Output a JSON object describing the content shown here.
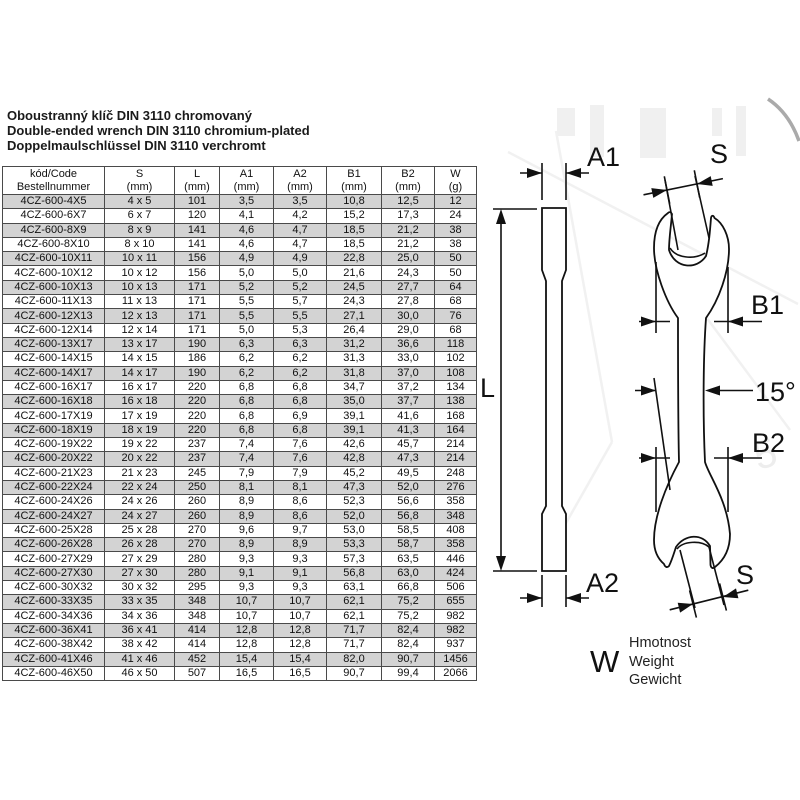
{
  "title": {
    "line1": "Oboustranný klíč DIN 3110 chromovaný",
    "line2": "Double-ended wrench DIN 3110 chromium-plated",
    "line3": "Doppelmaulschlüssel DIN 3110 verchromt"
  },
  "table": {
    "headers": [
      {
        "l1": "kód/Code",
        "l2": "Bestellnummer"
      },
      {
        "l1": "S",
        "l2": "(mm)"
      },
      {
        "l1": "L",
        "l2": "(mm)"
      },
      {
        "l1": "A1",
        "l2": "(mm)"
      },
      {
        "l1": "A2",
        "l2": "(mm)"
      },
      {
        "l1": "B1",
        "l2": "(mm)"
      },
      {
        "l1": "B2",
        "l2": "(mm)"
      },
      {
        "l1": "W",
        "l2": "(g)"
      }
    ],
    "rows": [
      [
        "4CZ-600-4X5",
        "4 x 5",
        "101",
        "3,5",
        "3,5",
        "10,8",
        "12,5",
        "12"
      ],
      [
        "4CZ-600-6X7",
        "6 x 7",
        "120",
        "4,1",
        "4,2",
        "15,2",
        "17,3",
        "24"
      ],
      [
        "4CZ-600-8X9",
        "8 x 9",
        "141",
        "4,6",
        "4,7",
        "18,5",
        "21,2",
        "38"
      ],
      [
        "4CZ-600-8X10",
        "8 x 10",
        "141",
        "4,6",
        "4,7",
        "18,5",
        "21,2",
        "38"
      ],
      [
        "4CZ-600-10X11",
        "10 x 11",
        "156",
        "4,9",
        "4,9",
        "22,8",
        "25,0",
        "50"
      ],
      [
        "4CZ-600-10X12",
        "10 x 12",
        "156",
        "5,0",
        "5,0",
        "21,6",
        "24,3",
        "50"
      ],
      [
        "4CZ-600-10X13",
        "10 x 13",
        "171",
        "5,2",
        "5,2",
        "24,5",
        "27,7",
        "64"
      ],
      [
        "4CZ-600-11X13",
        "11 x 13",
        "171",
        "5,5",
        "5,7",
        "24,3",
        "27,8",
        "68"
      ],
      [
        "4CZ-600-12X13",
        "12 x 13",
        "171",
        "5,5",
        "5,5",
        "27,1",
        "30,0",
        "76"
      ],
      [
        "4CZ-600-12X14",
        "12 x 14",
        "171",
        "5,0",
        "5,3",
        "26,4",
        "29,0",
        "68"
      ],
      [
        "4CZ-600-13X17",
        "13 x 17",
        "190",
        "6,3",
        "6,3",
        "31,2",
        "36,6",
        "118"
      ],
      [
        "4CZ-600-14X15",
        "14 x 15",
        "186",
        "6,2",
        "6,2",
        "31,3",
        "33,0",
        "102"
      ],
      [
        "4CZ-600-14X17",
        "14 x 17",
        "190",
        "6,2",
        "6,2",
        "31,8",
        "37,0",
        "108"
      ],
      [
        "4CZ-600-16X17",
        "16 x 17",
        "220",
        "6,8",
        "6,8",
        "34,7",
        "37,2",
        "134"
      ],
      [
        "4CZ-600-16X18",
        "16 x 18",
        "220",
        "6,8",
        "6,8",
        "35,0",
        "37,7",
        "138"
      ],
      [
        "4CZ-600-17X19",
        "17 x 19",
        "220",
        "6,8",
        "6,9",
        "39,1",
        "41,6",
        "168"
      ],
      [
        "4CZ-600-18X19",
        "18 x 19",
        "220",
        "6,8",
        "6,8",
        "39,1",
        "41,3",
        "164"
      ],
      [
        "4CZ-600-19X22",
        "19 x 22",
        "237",
        "7,4",
        "7,6",
        "42,6",
        "45,7",
        "214"
      ],
      [
        "4CZ-600-20X22",
        "20 x 22",
        "237",
        "7,4",
        "7,6",
        "42,8",
        "47,3",
        "214"
      ],
      [
        "4CZ-600-21X23",
        "21 x 23",
        "245",
        "7,9",
        "7,9",
        "45,2",
        "49,5",
        "248"
      ],
      [
        "4CZ-600-22X24",
        "22 x 24",
        "250",
        "8,1",
        "8,1",
        "47,3",
        "52,0",
        "276"
      ],
      [
        "4CZ-600-24X26",
        "24 x 26",
        "260",
        "8,9",
        "8,6",
        "52,3",
        "56,6",
        "358"
      ],
      [
        "4CZ-600-24X27",
        "24 x 27",
        "260",
        "8,9",
        "8,6",
        "52,0",
        "56,8",
        "348"
      ],
      [
        "4CZ-600-25X28",
        "25 x 28",
        "270",
        "9,6",
        "9,7",
        "53,0",
        "58,5",
        "408"
      ],
      [
        "4CZ-600-26X28",
        "26 x 28",
        "270",
        "8,9",
        "8,9",
        "53,3",
        "58,7",
        "358"
      ],
      [
        "4CZ-600-27X29",
        "27 x 29",
        "280",
        "9,3",
        "9,3",
        "57,3",
        "63,5",
        "446"
      ],
      [
        "4CZ-600-27X30",
        "27 x 30",
        "280",
        "9,1",
        "9,1",
        "56,8",
        "63,0",
        "424"
      ],
      [
        "4CZ-600-30X32",
        "30 x 32",
        "295",
        "9,3",
        "9,3",
        "63,1",
        "66,8",
        "506"
      ],
      [
        "4CZ-600-33X35",
        "33 x 35",
        "348",
        "10,7",
        "10,7",
        "62,1",
        "75,2",
        "655"
      ],
      [
        "4CZ-600-34X36",
        "34 x 36",
        "348",
        "10,7",
        "10,7",
        "62,1",
        "75,2",
        "982"
      ],
      [
        "4CZ-600-36X41",
        "36 x 41",
        "414",
        "12,8",
        "12,8",
        "71,7",
        "82,4",
        "982"
      ],
      [
        "4CZ-600-38X42",
        "38 x 42",
        "414",
        "12,8",
        "12,8",
        "71,7",
        "82,4",
        "937"
      ],
      [
        "4CZ-600-41X46",
        "41 x 46",
        "452",
        "15,4",
        "15,4",
        "82,0",
        "90,7",
        "1456"
      ],
      [
        "4CZ-600-46X50",
        "46 x 50",
        "507",
        "16,5",
        "16,5",
        "90,7",
        "99,4",
        "2066"
      ]
    ]
  },
  "diagram": {
    "labels": {
      "a1": "A1",
      "a2": "A2",
      "l": "L",
      "s_top": "S",
      "s_bottom": "S",
      "b1": "B1",
      "b2": "B2",
      "angle": "15°",
      "w": "W",
      "weight_cs": "Hmotnost",
      "weight_en": "Weight",
      "weight_de": "Gewicht"
    }
  }
}
